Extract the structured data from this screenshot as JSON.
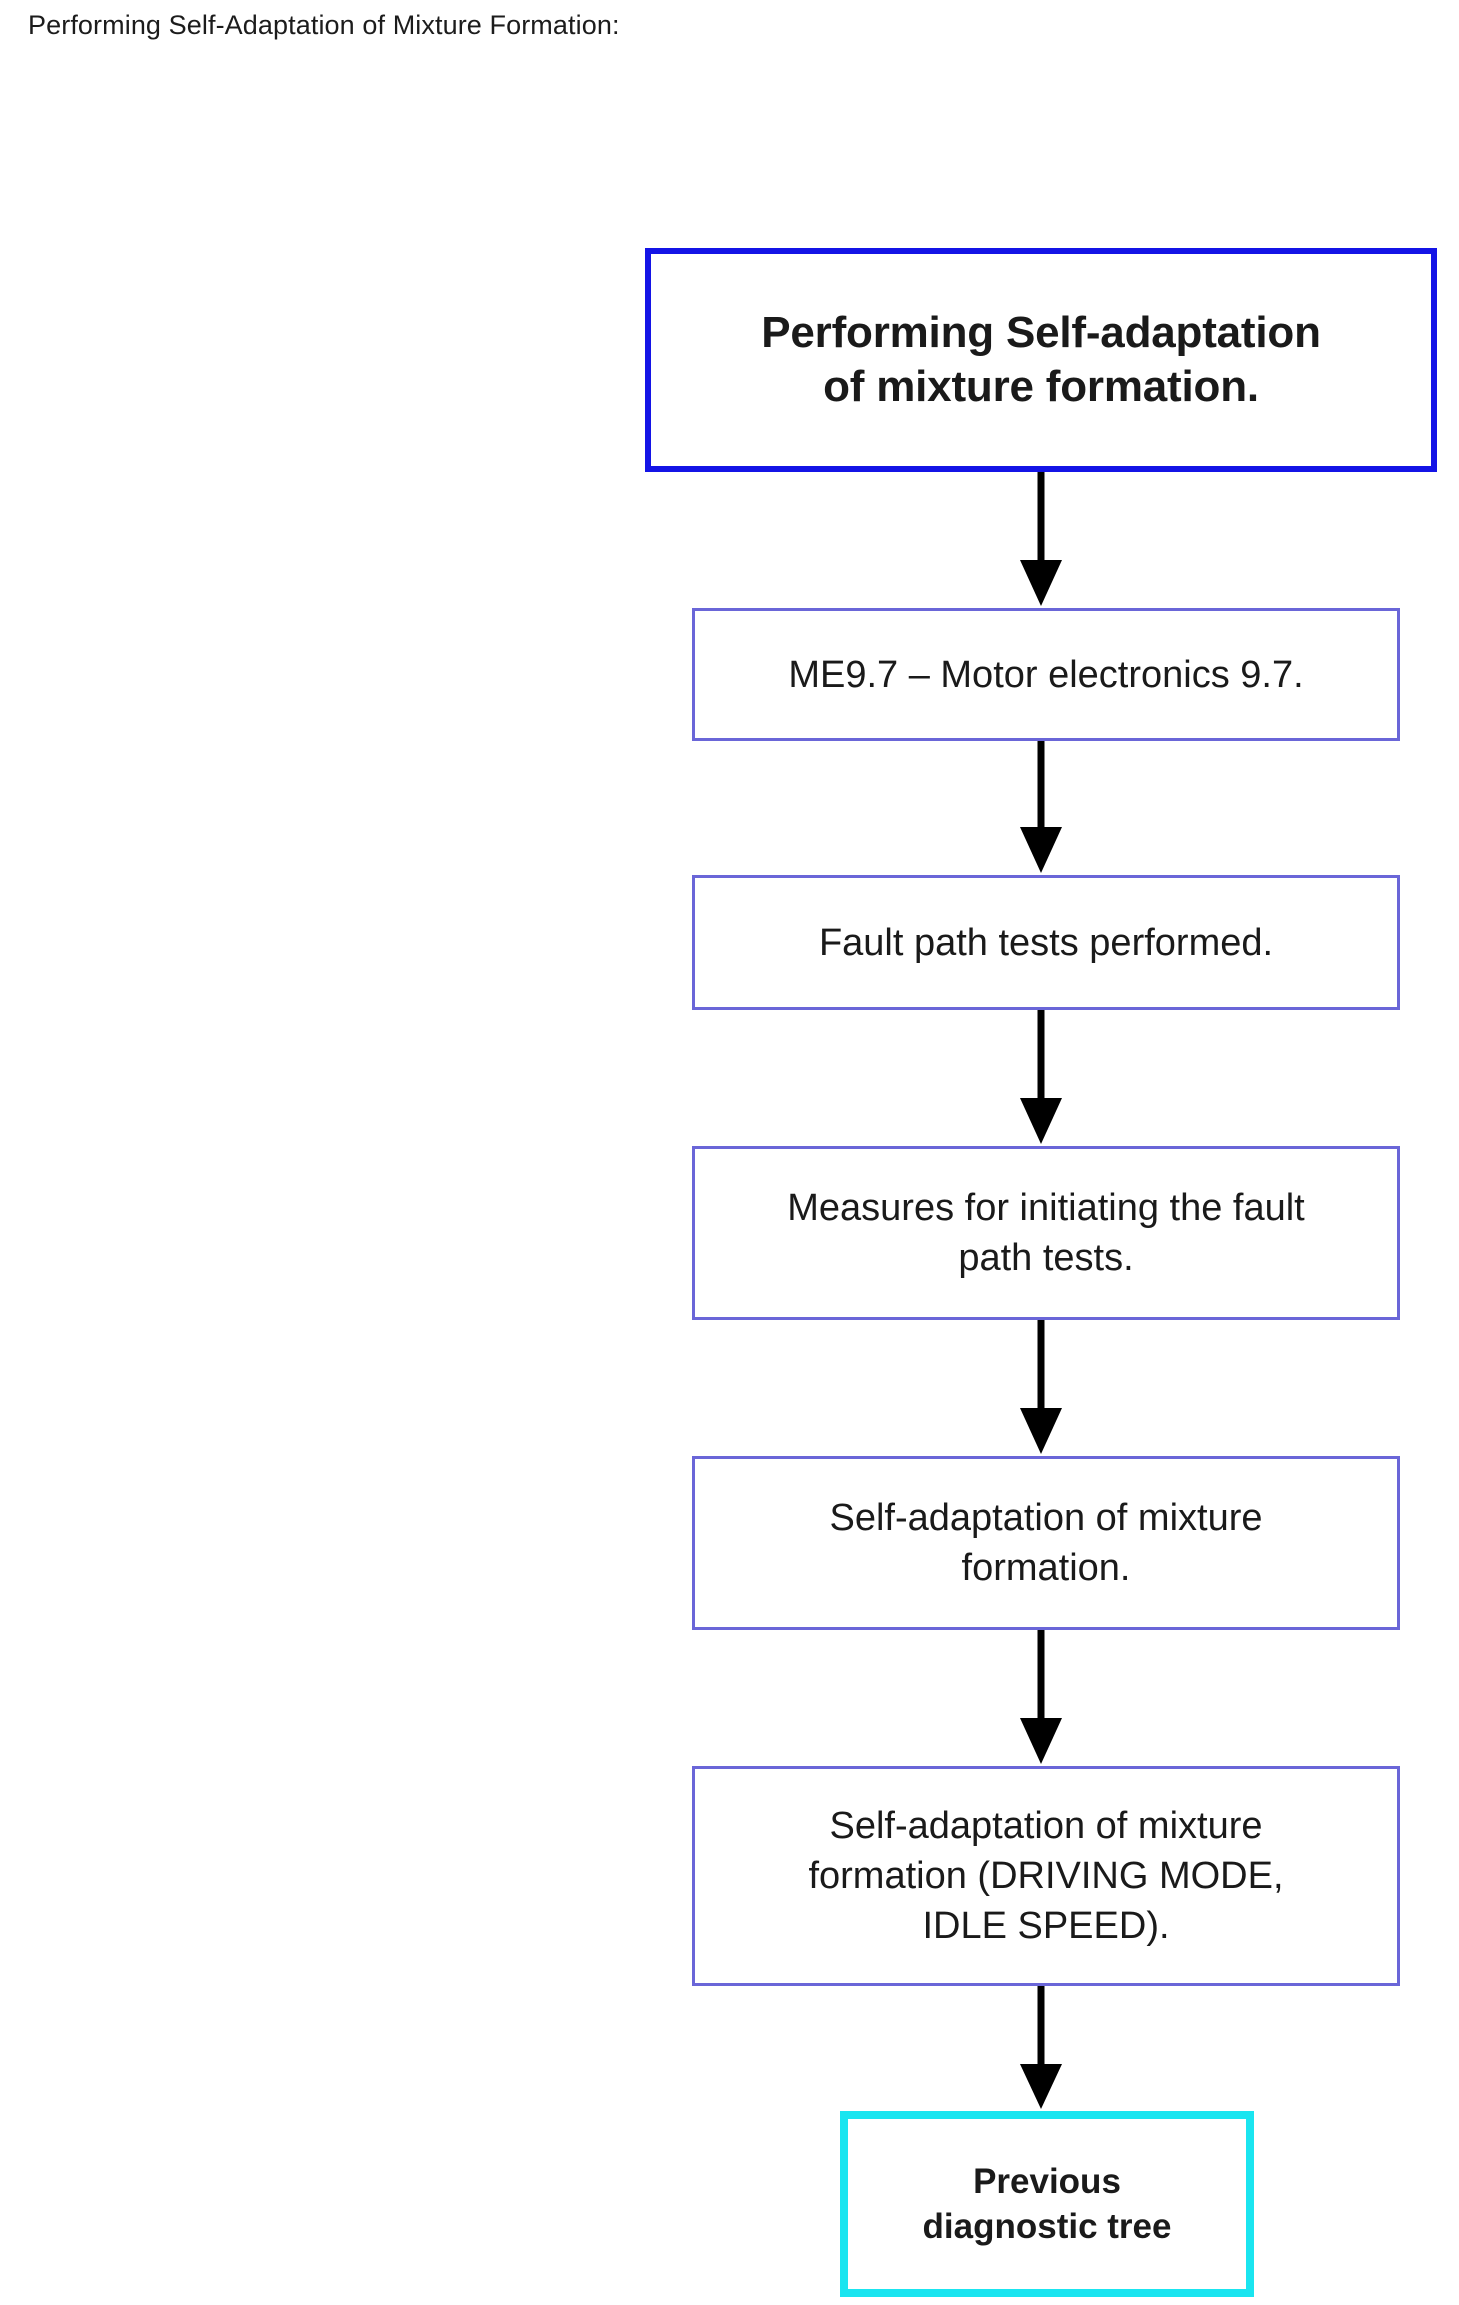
{
  "page": {
    "heading": "Performing Self-Adaptation of Mixture Formation:"
  },
  "colors": {
    "start_border": "#1414e6",
    "step_border": "#6a66d8",
    "end_border": "#1ae5f0",
    "arrow": "#000000",
    "text": "#1a1a1a",
    "background": "#ffffff"
  },
  "flowchart": {
    "type": "flowchart",
    "orientation": "top-to-bottom",
    "nodes": [
      {
        "id": "start",
        "role": "start",
        "label": "Performing Self-adaptation\nof mixture formation.",
        "border_color": "#1414e6",
        "bold": true
      },
      {
        "id": "step-1",
        "role": "step",
        "label": "ME9.7 – Motor electronics 9.7.",
        "border_color": "#6a66d8",
        "bold": false
      },
      {
        "id": "step-2",
        "role": "step",
        "label": "Fault path tests performed.",
        "border_color": "#6a66d8",
        "bold": false
      },
      {
        "id": "step-3",
        "role": "step",
        "label": "Measures for initiating the fault\npath tests.",
        "border_color": "#6a66d8",
        "bold": false
      },
      {
        "id": "step-4",
        "role": "step",
        "label": "Self-adaptation of mixture\nformation.",
        "border_color": "#6a66d8",
        "bold": false
      },
      {
        "id": "step-5",
        "role": "step",
        "label": "Self-adaptation of mixture\nformation (DRIVING MODE,\nIDLE SPEED).",
        "border_color": "#6a66d8",
        "bold": false
      },
      {
        "id": "end",
        "role": "end",
        "label": "Previous\ndiagnostic tree",
        "border_color": "#1ae5f0",
        "bold": true
      }
    ],
    "edges": [
      {
        "from": "start",
        "to": "step-1",
        "style": "solid-arrow"
      },
      {
        "from": "step-1",
        "to": "step-2",
        "style": "solid-arrow"
      },
      {
        "from": "step-2",
        "to": "step-3",
        "style": "solid-arrow"
      },
      {
        "from": "step-3",
        "to": "step-4",
        "style": "solid-arrow"
      },
      {
        "from": "step-4",
        "to": "step-5",
        "style": "solid-arrow"
      },
      {
        "from": "step-5",
        "to": "end",
        "style": "solid-arrow"
      }
    ]
  }
}
